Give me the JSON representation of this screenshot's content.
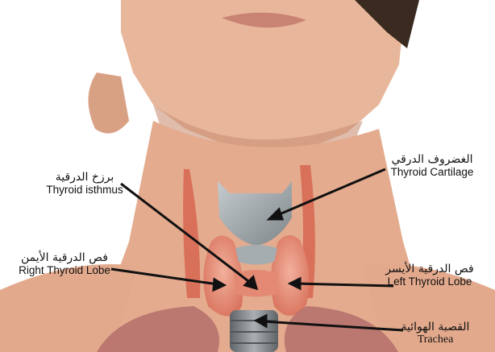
{
  "colors": {
    "skin": "#e8b79b",
    "skin_shadow": "#c98f74",
    "muscle": "#d9705a",
    "thyroid": "#e9927d",
    "cartilage": "#9fa6aa",
    "trachea": "#7d8386",
    "arrow": "#111111"
  },
  "icons": [
    "arrow"
  ],
  "labels": {
    "thyroid_cartilage": {
      "arabic": "الغضروف الدرقي",
      "english": "Thyroid Cartilage"
    },
    "thyroid_isthmus": {
      "arabic": "برزخ الدرقية",
      "english": "Thyroid isthmus"
    },
    "right_thyroid_lobe": {
      "arabic": "فص الدرقية الأيمن",
      "english": "Right Thyroid Lobe"
    },
    "left_thyroid_lobe": {
      "arabic": "فص الدرقية الأيسر",
      "english": "Left Thyroid Lobe"
    },
    "trachea": {
      "arabic": "القصبة الهوائية",
      "english": "Trachea"
    }
  }
}
